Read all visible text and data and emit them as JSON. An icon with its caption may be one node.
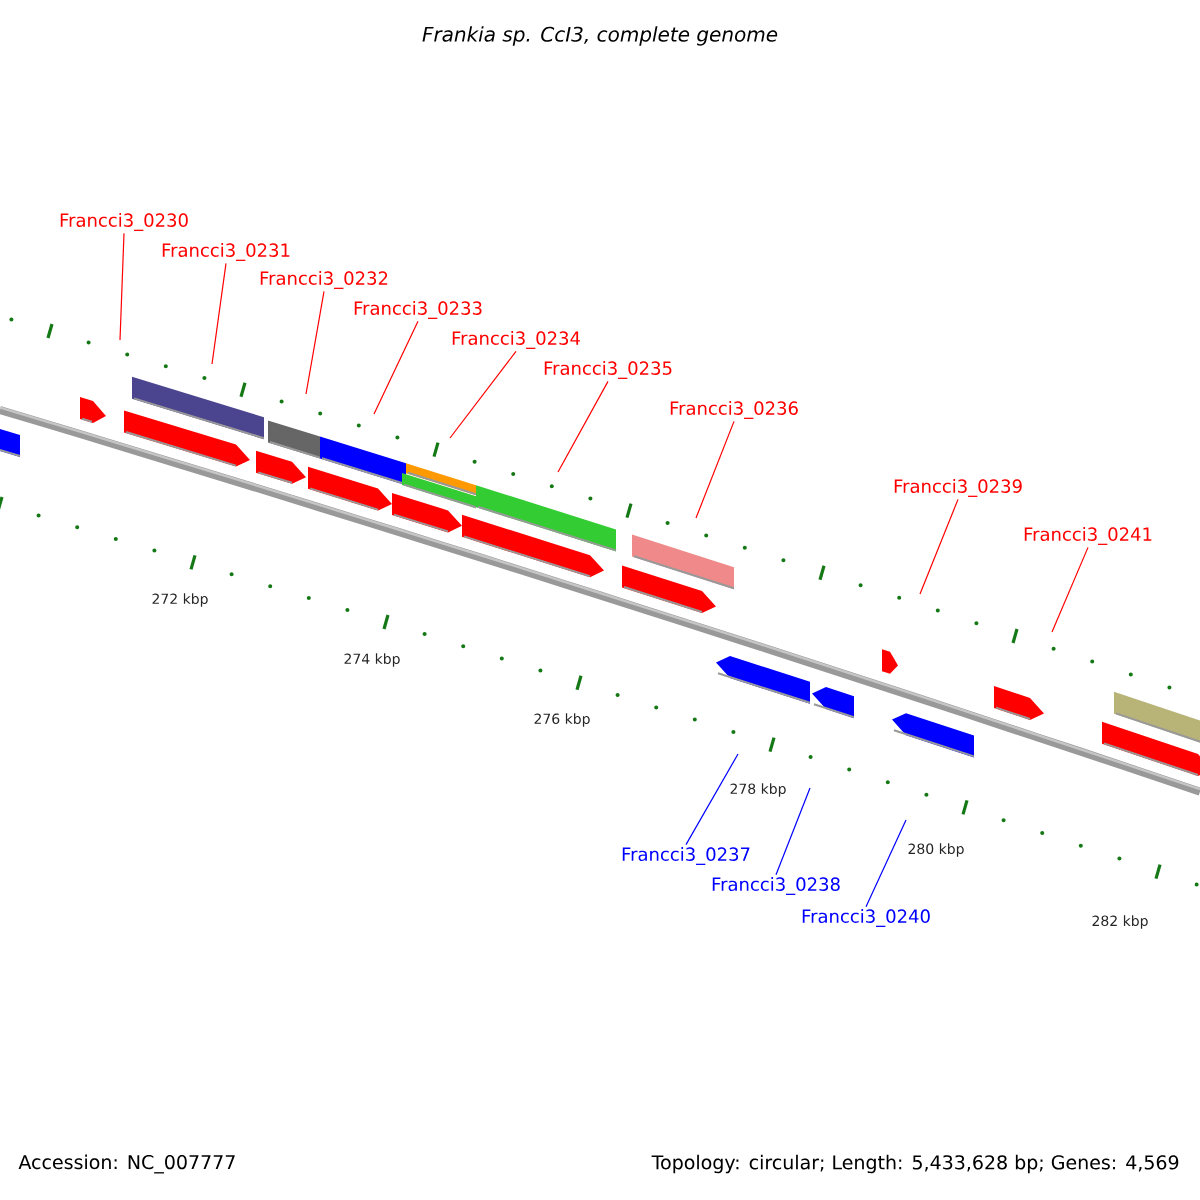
{
  "diagram": {
    "title": "Frankia sp. CcI3, complete genome",
    "nodes": [
      {
        "text": [
          "Francci3_0230"
        ]
      },
      {
        "text": [
          "Francci3_0231"
        ]
      },
      {
        "text": [
          "Francci3_0232"
        ]
      },
      {
        "text": [
          "Francci3_0233"
        ]
      },
      {
        "text": [
          "Francci3_0234"
        ]
      },
      {
        "text": [
          "Francci3_0235"
        ]
      },
      {
        "text": [
          "Francci3_0236"
        ]
      },
      {
        "text": [
          "Francci3_0239"
        ]
      },
      {
        "text": [
          "Francci3_0241"
        ]
      },
      {
        "text": [
          "Francci3_0237"
        ]
      },
      {
        "text": [
          "Francci3_0238"
        ]
      },
      {
        "text": [
          "Francci3_0240"
        ]
      }
    ],
    "edges": [
      {
        "from": 0,
        "to": null,
        "arrow": "none"
      },
      {
        "from": 1,
        "to": null,
        "arrow": "none"
      },
      {
        "from": 2,
        "to": null,
        "arrow": "none"
      },
      {
        "from": 3,
        "to": null,
        "arrow": "none"
      },
      {
        "from": 4,
        "to": null,
        "arrow": "none"
      },
      {
        "from": 5,
        "to": null,
        "arrow": "none"
      },
      {
        "from": 6,
        "to": null,
        "arrow": "none"
      },
      {
        "from": 7,
        "to": null,
        "arrow": "none"
      },
      {
        "from": 8,
        "to": null,
        "arrow": "none"
      },
      {
        "from": 9,
        "to": null,
        "arrow": "none",
        "color": "#0000ff"
      },
      {
        "from": 10,
        "to": null,
        "arrow": "none",
        "color": "#0000ff"
      },
      {
        "from": 11,
        "to": null,
        "arrow": "none",
        "color": "#0000ff"
      }
    ],
    "labels": [
      "272 kbp",
      "274 kbp",
      "276 kbp",
      "278 kbp",
      "280 kbp",
      "282 kbp",
      "Accession: NC_007777",
      "Topology: circular; Length: 5,433,628 bp; Genes: 4,569"
    ]
  }
}
